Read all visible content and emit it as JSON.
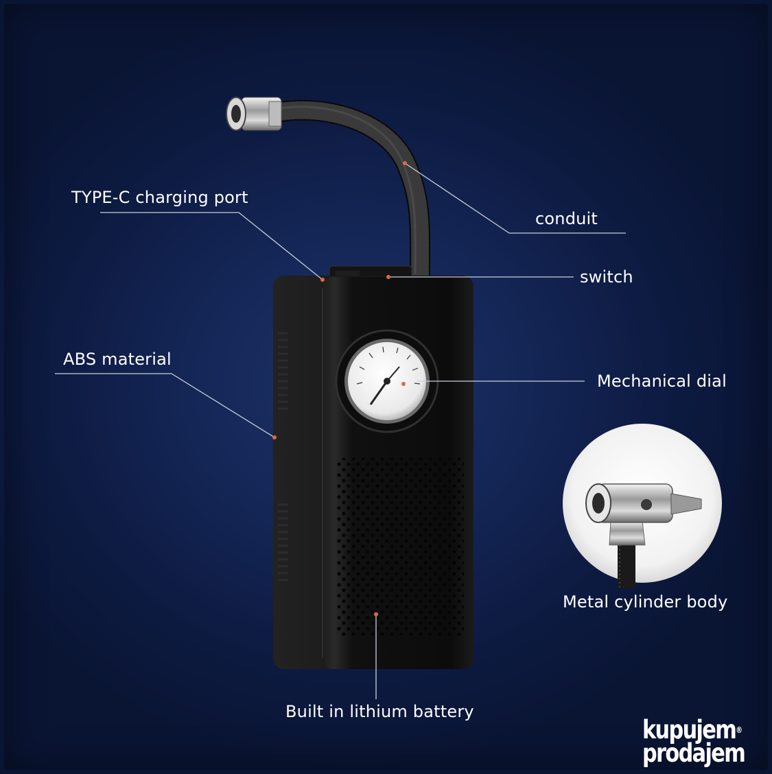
{
  "labels": {
    "type_c_port": "TYPE-C charging port",
    "conduit": "conduit",
    "switch": "switch",
    "abs_material": "ABS material",
    "mechanical_dial": "Mechanical dial",
    "metal_cylinder": "Metal cylinder body",
    "battery": "Built in lithium battery"
  },
  "watermark": {
    "line1": "kupujem",
    "line2": "prodajem",
    "mark": "®"
  },
  "colors": {
    "background": "#142656",
    "device": "#111111",
    "leader_line": "#c9cfdc",
    "accent_dot": "#e0674a"
  }
}
